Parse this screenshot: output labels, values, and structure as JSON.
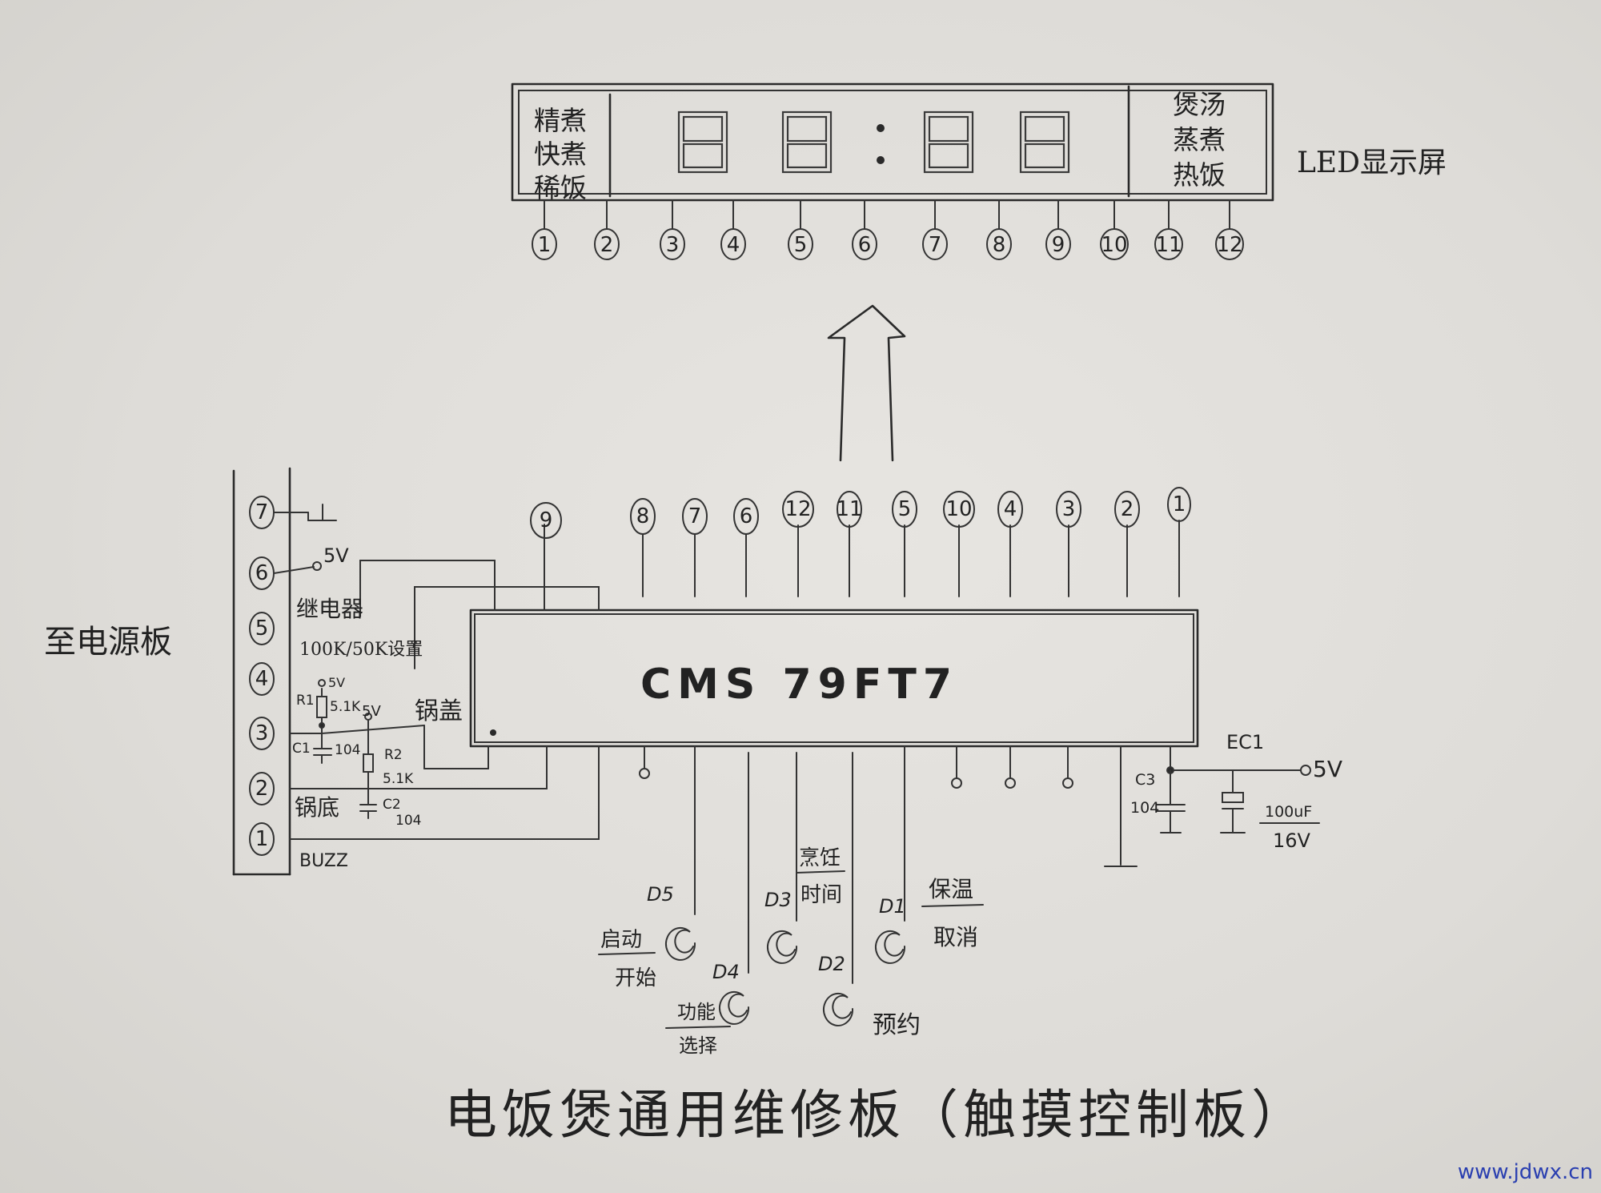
{
  "led": {
    "label": "LED显示屏",
    "left_modes": [
      "精煮",
      "快煮",
      "稀饭"
    ],
    "right_modes": [
      "煲汤",
      "蒸煮",
      "热饭"
    ],
    "pins": [
      "1",
      "2",
      "3",
      "4",
      "5",
      "6",
      "7",
      "8",
      "9",
      "10",
      "11",
      "12"
    ]
  },
  "chip": {
    "name": "CMS 79FT7",
    "top_pins": [
      "9",
      "8",
      "7",
      "6",
      "12",
      "11",
      "5",
      "10",
      "4",
      "3",
      "2",
      "1"
    ]
  },
  "connector": {
    "side_label": "至电源板",
    "pins": [
      "7",
      "6",
      "5",
      "4",
      "3",
      "2",
      "1"
    ],
    "labels": {
      "p6": "5V",
      "p5": "继电器",
      "p4": "100K/50K设置",
      "lid": "锅盖",
      "bottom": "锅底",
      "buzz": "BUZZ"
    }
  },
  "components": {
    "r1": "R1",
    "r1_val": "5.1K",
    "r1_supply": "5V",
    "c1": "C1",
    "c1_val": "104",
    "r2": "R2",
    "r2_val": "5.1K",
    "r2_supply": "5V",
    "c2": "C2",
    "c2_val": "104",
    "c3": "C3",
    "c3_val": "104",
    "ec1": "EC1",
    "ec1_val1": "100uF",
    "ec1_val2": "16V",
    "vcc": "5V"
  },
  "buttons": {
    "d5": {
      "ref": "D5",
      "top": "启动",
      "bottom": "开始"
    },
    "d4": {
      "ref": "D4",
      "top": "功能",
      "bottom": "选择"
    },
    "d3": {
      "ref": "D3",
      "top": "烹饪",
      "bottom": "时间"
    },
    "d2": {
      "ref": "D2",
      "label": "预约"
    },
    "d1": {
      "ref": "D1",
      "top": "保温",
      "bottom": "取消"
    }
  },
  "title": "电饭煲通用维修板（触摸控制板）",
  "watermark": "www.jdwx.cn"
}
